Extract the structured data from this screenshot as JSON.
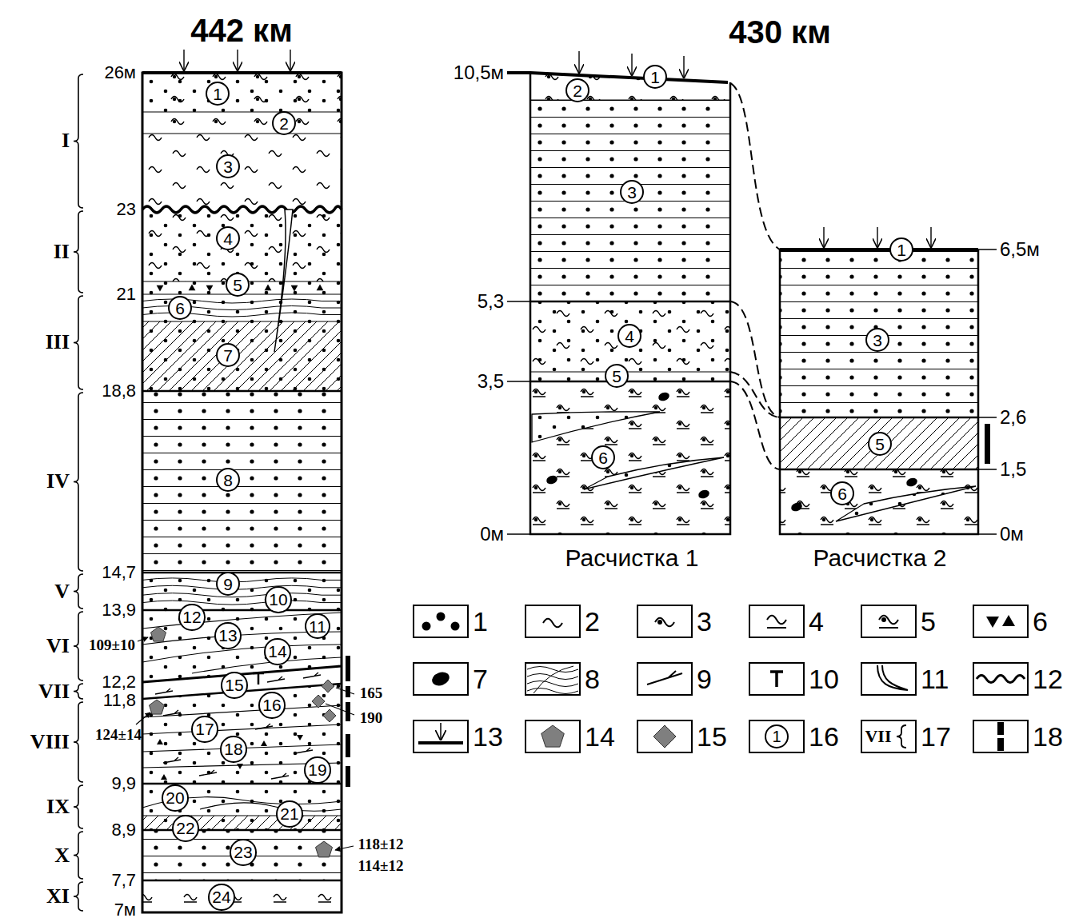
{
  "diagram": {
    "nodes": [
      {
        "text": [
          "1"
        ]
      },
      {
        "text": [
          "2"
        ]
      },
      {
        "text": [
          "3"
        ]
      },
      {
        "text": [
          "4"
        ]
      },
      {
        "text": [
          "5"
        ]
      },
      {
        "text": [
          "6"
        ]
      },
      {
        "text": [
          "7"
        ]
      },
      {
        "text": [
          "8"
        ]
      },
      {
        "text": [
          "9"
        ]
      },
      {
        "text": [
          "10"
        ]
      },
      {
        "text": [
          "11"
        ]
      },
      {
        "text": [
          "12"
        ]
      },
      {
        "text": [
          "13"
        ]
      },
      {
        "text": [
          "14"
        ]
      },
      {
        "text": [
          "15"
        ]
      },
      {
        "text": [
          "16"
        ]
      },
      {
        "text": [
          "17"
        ]
      },
      {
        "text": [
          "18"
        ]
      },
      {
        "text": [
          "19"
        ]
      },
      {
        "text": [
          "20"
        ]
      },
      {
        "text": [
          "21"
        ]
      },
      {
        "text": [
          "22"
        ]
      },
      {
        "text": [
          "23"
        ]
      },
      {
        "text": [
          "24"
        ]
      },
      {
        "text": [
          "1"
        ]
      },
      {
        "text": [
          "2"
        ]
      },
      {
        "text": [
          "3"
        ]
      },
      {
        "text": [
          "4"
        ]
      },
      {
        "text": [
          "5"
        ]
      },
      {
        "text": [
          "6"
        ]
      },
      {
        "text": [
          "1"
        ]
      },
      {
        "text": [
          "3"
        ]
      },
      {
        "text": [
          "5"
        ]
      },
      {
        "text": [
          "6"
        ]
      }
    ],
    "labels": [
      "442 км",
      "430 км",
      "26м",
      "23",
      "21",
      "18,8",
      "14,7",
      "13,9",
      "12,2",
      "11,8",
      "9,9",
      "8,9",
      "7,7",
      "7м",
      "I",
      "II",
      "III",
      "IV",
      "V",
      "VI",
      "VII",
      "VIII",
      "IX",
      "X",
      "XI",
      "109±10",
      "124±14",
      "165",
      "190",
      "118±12",
      "114±12",
      "10,5м",
      "5,3",
      "3,5",
      "0м",
      "6,5м",
      "2,6",
      "1,5",
      "0м",
      "Расчистка 1",
      "Расчистка 2",
      "1",
      "VII"
    ],
    "legend": [
      {
        "text": "1"
      },
      {
        "text": "2"
      },
      {
        "text": "3"
      },
      {
        "text": "4"
      },
      {
        "text": "5"
      },
      {
        "text": "6"
      },
      {
        "text": "7"
      },
      {
        "text": "8"
      },
      {
        "text": "9"
      },
      {
        "text": "10"
      },
      {
        "text": "11"
      },
      {
        "text": "12"
      },
      {
        "text": "13"
      },
      {
        "text": "14"
      },
      {
        "text": "15"
      },
      {
        "text": "16"
      },
      {
        "text": "17"
      },
      {
        "text": "18"
      }
    ]
  }
}
